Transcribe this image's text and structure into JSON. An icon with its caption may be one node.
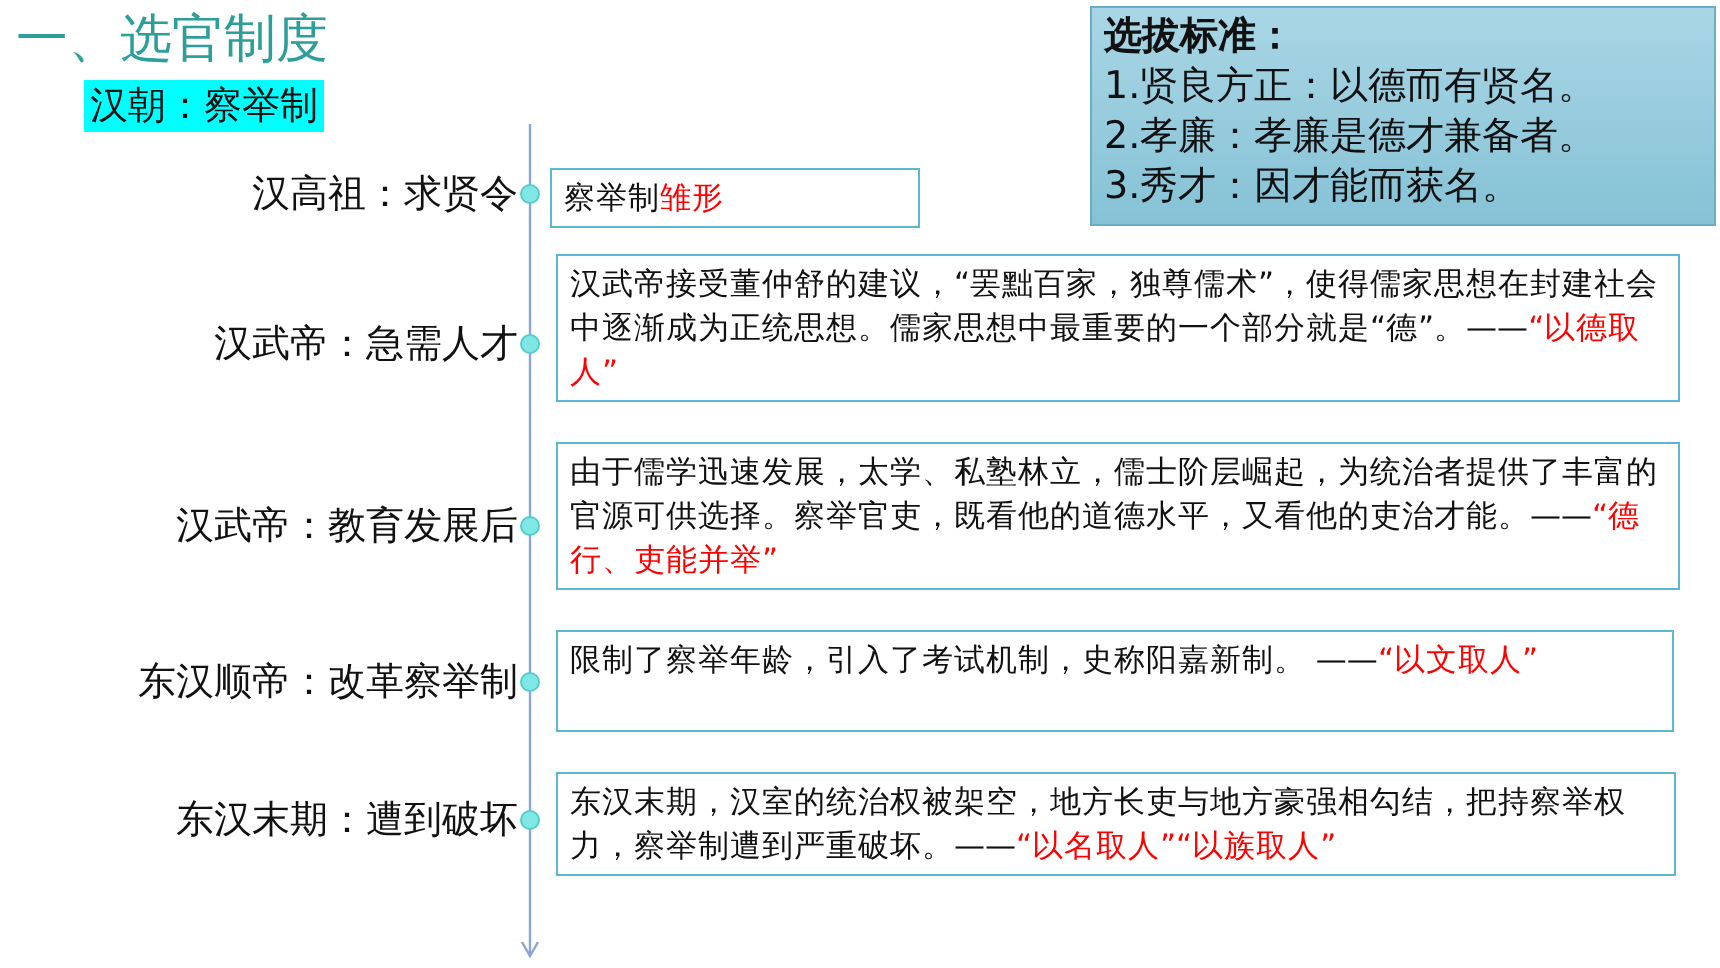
{
  "diagram": {
    "title": "一、选官制度",
    "nodes": [
      {
        "text": [
          "汉朝：察举制"
        ]
      },
      {
        "text": [
          "选拔标准：",
          "1.贤良方正：以德而有贤名。",
          "2.孝廉：孝廉是德才兼备者。",
          "3.秀才：因才能而获名。"
        ]
      },
      {
        "text": [
          "察举制**雏形**"
        ],
        "beside": [
          "汉高祖：求贤令"
        ]
      },
      {
        "text": [
          "汉武帝接受董仲舒的建议，“罢黜百家，独尊儒术”，使得儒家思想在封建社会中逐渐成为正统思想。儒家思想中最重要的一个部分就是“德”。——*“以德取人”*"
        ],
        "beside": [
          "汉武帝：急需人才"
        ]
      },
      {
        "text": [
          "由于儒学迅速发展，太学、私塾林立，儒士阶层崛起，为统治者提供了丰富的官源可供选择。察举官吏，既看他的道德水平，又看他的吏治才能。——*“德行、吏能并举”*"
        ],
        "beside": [
          "汉武帝：教育发展后"
        ]
      },
      {
        "text": [
          "限制了察举年龄，引入了考试机制，史称阳嘉新制。 ——*“以文取人”*"
        ],
        "beside": [
          "东汉顺帝：改革察举制"
        ]
      },
      {
        "text": [
          "东汉末期，汉室的统治权被架空，地方长吏与地方豪强相勾结，把持察举权力，察举制遭到严重破坏。——*“以名取人”“以族取人”*"
        ],
        "beside": [
          "东汉末期：遭到破坏"
        ]
      }
    ],
    "edges": []
  }
}
